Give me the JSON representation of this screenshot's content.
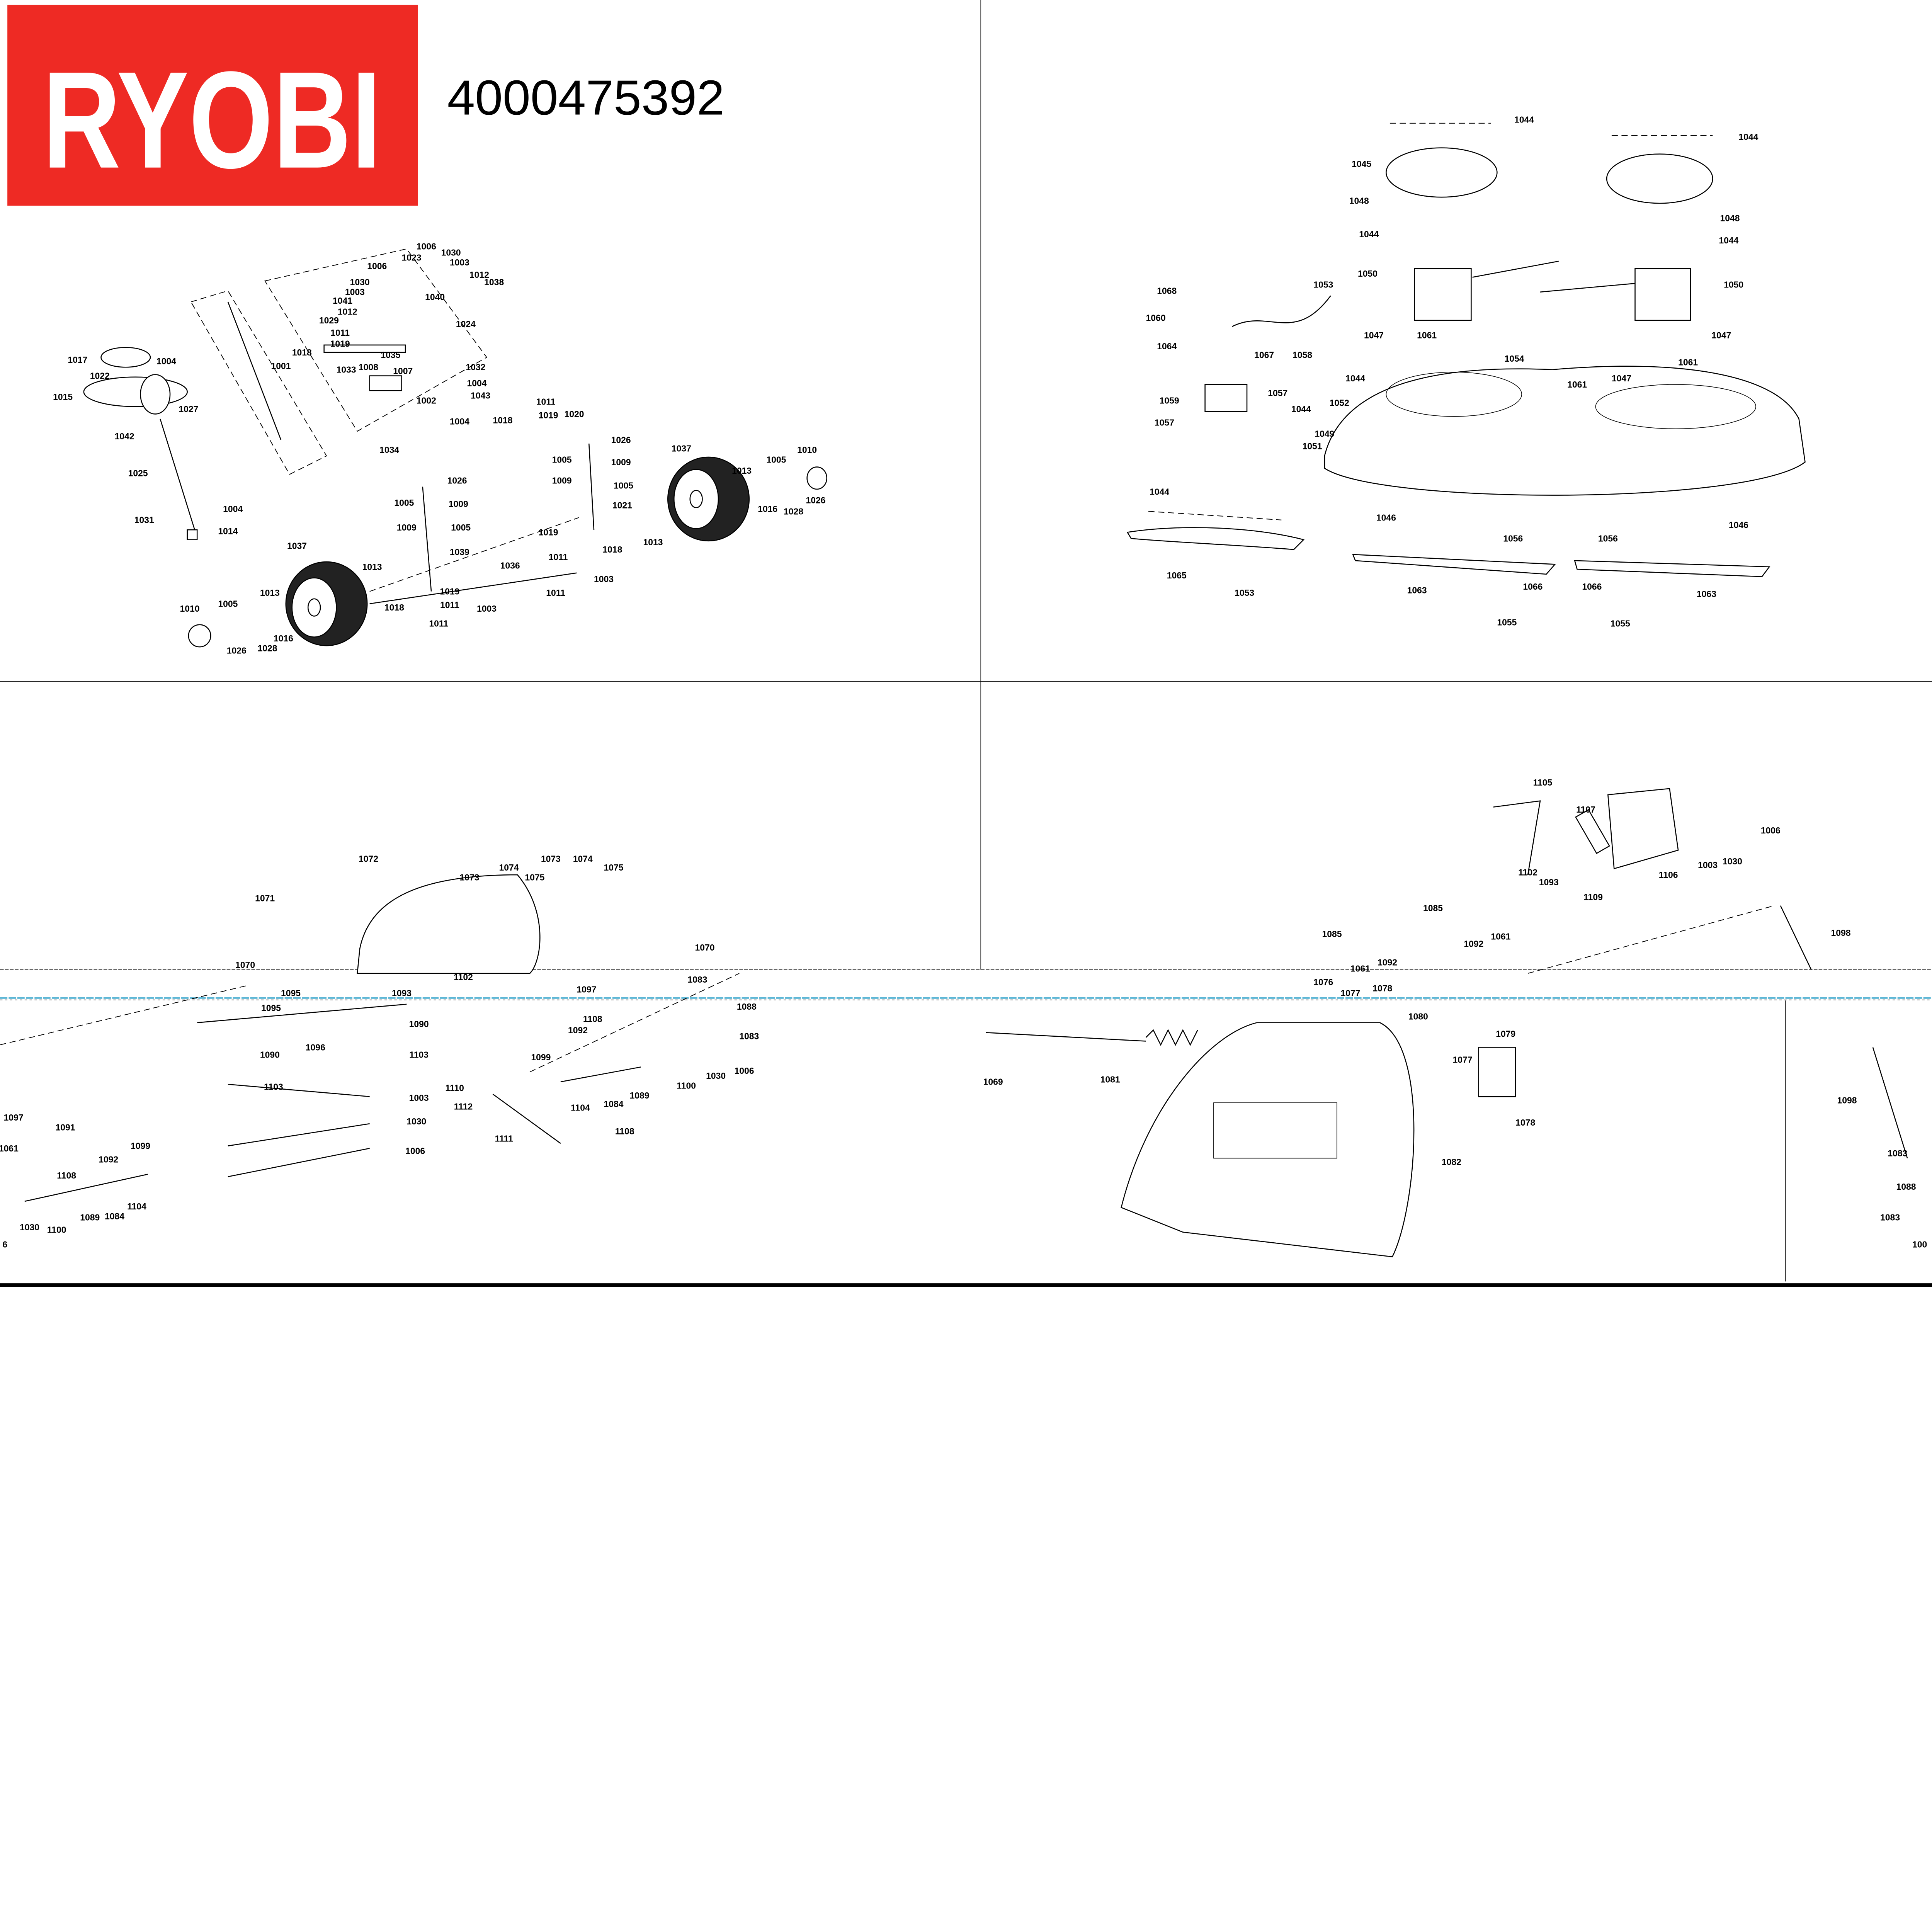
{
  "brand": {
    "logo_text": "RYOBI",
    "logo_color": "#ee2a24"
  },
  "part_number": "4000475392",
  "colors": {
    "lines": "#000000",
    "scan_artifact": "#2aa0c8"
  },
  "sections": [
    {
      "id": "steering-front-axle",
      "labels": [
        "1006",
        "1006",
        "1023",
        "1030",
        "1003",
        "1030",
        "1003",
        "1012",
        "1038",
        "1041",
        "1040",
        "1012",
        "1029",
        "1024",
        "1011",
        "1019",
        "1018",
        "1035",
        "1001",
        "1017",
        "1004",
        "1022",
        "1033",
        "1008",
        "1007",
        "1032",
        "1004",
        "1043",
        "1015",
        "1027",
        "1002",
        "1004",
        "1042",
        "1011",
        "1019",
        "1020",
        "1018",
        "1026",
        "1034",
        "1005",
        "1009",
        "1037",
        "1010",
        "1005",
        "1013",
        "1009",
        "1005",
        "1026",
        "1025",
        "1021",
        "1016",
        "1028",
        "1026",
        "1004",
        "1005",
        "1009",
        "1031",
        "1014",
        "1009",
        "1005",
        "1019",
        "1013",
        "1018",
        "1011",
        "1037",
        "1039",
        "1036",
        "1013",
        "1003",
        "1011",
        "1019",
        "1013",
        "1018",
        "1011",
        "1003",
        "1005",
        "1010",
        "1016",
        "1011",
        "1026",
        "1028"
      ]
    },
    {
      "id": "cutting-deck",
      "labels": [
        "1044",
        "1044",
        "1045",
        "1048",
        "1048",
        "1044",
        "1044",
        "1050",
        "1050",
        "1053",
        "1068",
        "1060",
        "1047",
        "1061",
        "1047",
        "1067",
        "1054",
        "1064",
        "1058",
        "1061",
        "1044",
        "1047",
        "1061",
        "1057",
        "1059",
        "1044",
        "1052",
        "1057",
        "1049",
        "1051",
        "1044",
        "1046",
        "1056",
        "1056",
        "1046",
        "1065",
        "1053",
        "1063",
        "1066",
        "1066",
        "1063",
        "1055",
        "1055"
      ]
    },
    {
      "id": "deck-lift-linkage",
      "labels": [
        "1072",
        "1073",
        "1074",
        "1075",
        "1073",
        "1074",
        "1075",
        "1071",
        "1070",
        "1070",
        "1095",
        "1093",
        "1102",
        "1083",
        "1097",
        "1095",
        "1088",
        "1096",
        "1090",
        "1108",
        "1092",
        "1083",
        "1090",
        "1103",
        "1006",
        "1030",
        "1099",
        "1100",
        "1089",
        "1084",
        "1104",
        "1110",
        "1112",
        "1103",
        "1003",
        "1030",
        "1108",
        "1111",
        "1006",
        "1097",
        "1091",
        "1061",
        "1092",
        "1099",
        "1108",
        "1104",
        "1089",
        "1084",
        "1030",
        "1100",
        "6"
      ]
    },
    {
      "id": "height-adjust-chute",
      "labels": [
        "1105",
        "1107",
        "1006",
        "1030",
        "1003",
        "1106",
        "1102",
        "1093",
        "1109",
        "1085",
        "1098",
        "1085",
        "1092",
        "1061",
        "1092",
        "1061",
        "1076",
        "1077",
        "1078",
        "1080",
        "1079",
        "1069",
        "1081",
        "1077",
        "1078",
        "1082",
        "1098",
        "1083",
        "1088",
        "1083",
        "100"
      ]
    }
  ]
}
